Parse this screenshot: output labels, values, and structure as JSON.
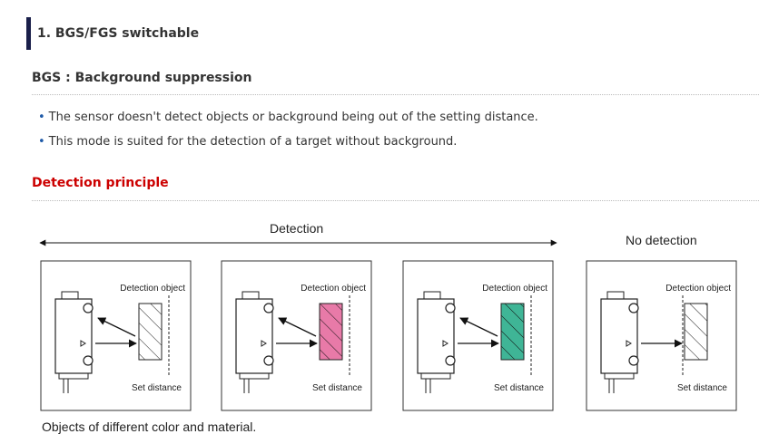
{
  "section": {
    "title": "1. BGS/FGS switchable"
  },
  "mode": {
    "title": "BGS : Background suppression"
  },
  "bullets": [
    "The sensor doesn't detect objects or background being out of the setting distance.",
    "This mode is suited for the detection of a target without background."
  ],
  "principle": {
    "title": "Detection principle"
  },
  "diagram": {
    "detection_label": "Detection",
    "no_detection_label": "No detection",
    "object_label": "Detection object",
    "distance_label": "Set distance",
    "caption": "Objects of different color and material.",
    "object_colors": [
      "#ffffff",
      "#e87aa8",
      "#3fb596",
      "#ffffff"
    ]
  }
}
